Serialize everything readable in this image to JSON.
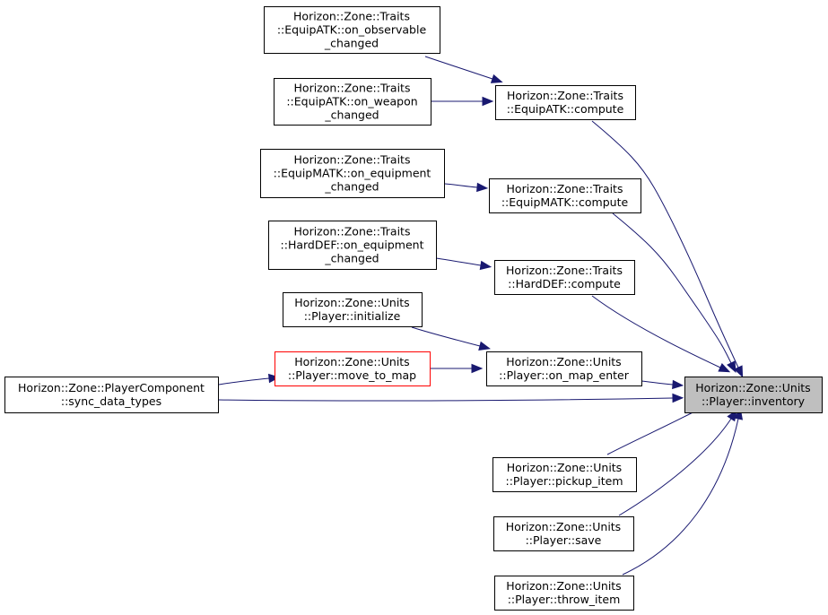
{
  "colors": {
    "edge": "#191970",
    "node_border": "#000000",
    "node_highlight_border": "#ff0000",
    "focus_fill": "#bfbfbf",
    "node_fill": "#ffffff"
  },
  "nodes": [
    {
      "id": "equipatk_on_observable",
      "lines": [
        "Horizon::Zone::Traits",
        "::EquipATK::on_observable",
        "_changed"
      ]
    },
    {
      "id": "equipatk_on_weapon",
      "lines": [
        "Horizon::Zone::Traits",
        "::EquipATK::on_weapon",
        "_changed"
      ]
    },
    {
      "id": "equipatk_compute",
      "lines": [
        "Horizon::Zone::Traits",
        "::EquipATK::compute"
      ]
    },
    {
      "id": "equipmatk_on_equipment",
      "lines": [
        "Horizon::Zone::Traits",
        "::EquipMATK::on_equipment",
        "_changed"
      ]
    },
    {
      "id": "equipmatk_compute",
      "lines": [
        "Horizon::Zone::Traits",
        "::EquipMATK::compute"
      ]
    },
    {
      "id": "harddef_on_equipment",
      "lines": [
        "Horizon::Zone::Traits",
        "::HardDEF::on_equipment",
        "_changed"
      ]
    },
    {
      "id": "harddef_compute",
      "lines": [
        "Horizon::Zone::Traits",
        "::HardDEF::compute"
      ]
    },
    {
      "id": "player_initialize",
      "lines": [
        "Horizon::Zone::Units",
        "::Player::initialize"
      ]
    },
    {
      "id": "player_move_to_map",
      "lines": [
        "Horizon::Zone::Units",
        "::Player::move_to_map"
      ],
      "highlight": true
    },
    {
      "id": "player_on_map_enter",
      "lines": [
        "Horizon::Zone::Units",
        "::Player::on_map_enter"
      ]
    },
    {
      "id": "playercomponent_sync",
      "lines": [
        "Horizon::Zone::PlayerComponent",
        "::sync_data_types"
      ]
    },
    {
      "id": "player_inventory",
      "lines": [
        "Horizon::Zone::Units",
        "::Player::inventory"
      ],
      "focus": true
    },
    {
      "id": "player_pickup_item",
      "lines": [
        "Horizon::Zone::Units",
        "::Player::pickup_item"
      ]
    },
    {
      "id": "player_save",
      "lines": [
        "Horizon::Zone::Units",
        "::Player::save"
      ]
    },
    {
      "id": "player_throw_item",
      "lines": [
        "Horizon::Zone::Units",
        "::Player::throw_item"
      ]
    }
  ],
  "edges": [
    {
      "from": "equipatk_on_observable",
      "to": "equipatk_compute"
    },
    {
      "from": "equipatk_on_weapon",
      "to": "equipatk_compute"
    },
    {
      "from": "equipmatk_on_equipment",
      "to": "equipmatk_compute"
    },
    {
      "from": "harddef_on_equipment",
      "to": "harddef_compute"
    },
    {
      "from": "player_initialize",
      "to": "player_on_map_enter"
    },
    {
      "from": "player_move_to_map",
      "to": "player_on_map_enter"
    },
    {
      "from": "playercomponent_sync",
      "to": "player_move_to_map"
    },
    {
      "from": "playercomponent_sync",
      "to": "player_inventory"
    },
    {
      "from": "equipatk_compute",
      "to": "player_inventory"
    },
    {
      "from": "equipmatk_compute",
      "to": "player_inventory"
    },
    {
      "from": "harddef_compute",
      "to": "player_inventory"
    },
    {
      "from": "player_on_map_enter",
      "to": "player_inventory"
    },
    {
      "from": "player_pickup_item",
      "to": "player_inventory"
    },
    {
      "from": "player_save",
      "to": "player_inventory"
    },
    {
      "from": "player_throw_item",
      "to": "player_inventory"
    }
  ]
}
